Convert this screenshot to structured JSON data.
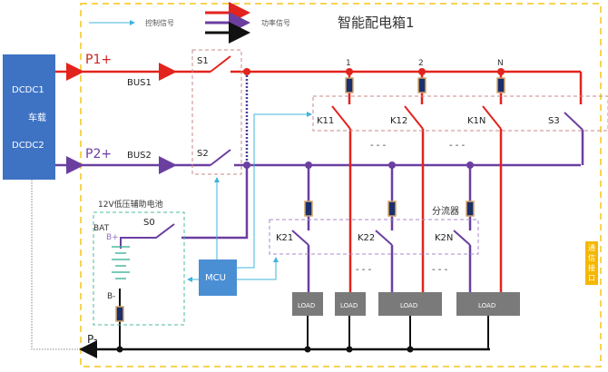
{
  "title": "智能配电箱1",
  "legend": {
    "control_signal": "控制信号",
    "power_signal": "功率信号"
  },
  "source": {
    "line1": "DCDC1",
    "line2": "车载",
    "line3": "DCDC2"
  },
  "bus": {
    "p1": "P1+",
    "p2": "P2+",
    "pminus": "P-",
    "bus1": "BUS1",
    "bus2": "BUS2"
  },
  "switches": {
    "s1": "S1",
    "s2": "S2",
    "s3": "S3",
    "s0": "S0",
    "k11": "K11",
    "k12": "K12",
    "k1n": "K1N",
    "k21": "K21",
    "k22": "K22",
    "k2n": "K2N"
  },
  "branch_numbers": [
    "1",
    "2",
    "N"
  ],
  "ellipsis": "- - -",
  "battery": {
    "title": "12V低压辅助电池",
    "bat": "BAT",
    "bplus": "B+",
    "bminus": "B-"
  },
  "mcu": "MCU",
  "shunt": "分流器",
  "loads": [
    "LOAD",
    "LOAD",
    "LOAD",
    "LOAD"
  ],
  "comm_interface": "通信接口",
  "colors": {
    "red": "#e3231d",
    "purple": "#6b3fa0",
    "blue_box": "#3e73c4",
    "mcu_box": "#4a8fd4",
    "control": "#3fb4dc",
    "frame": "#f5c518",
    "load": "#7a7a7a",
    "battery_frame": "#4bb8a0"
  }
}
